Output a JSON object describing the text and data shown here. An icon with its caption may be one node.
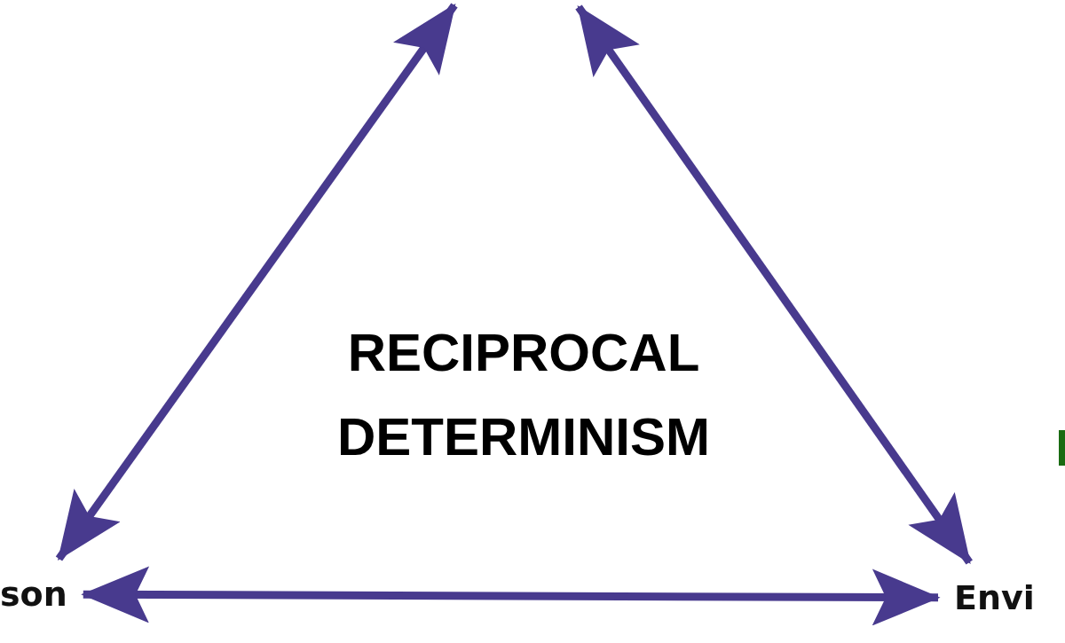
{
  "diagram": {
    "nodes": [
      {
        "text": [
          "son"
        ]
      },
      {
        "text": [
          "Envi"
        ]
      }
    ],
    "edges": [
      {
        "from": null,
        "to": 0,
        "arrow": "both"
      },
      {
        "from": null,
        "to": 1,
        "arrow": "both"
      },
      {
        "from": 0,
        "to": 1,
        "arrow": "both"
      }
    ],
    "labels": [
      "RECIPROCAL DETERMINISM"
    ]
  }
}
